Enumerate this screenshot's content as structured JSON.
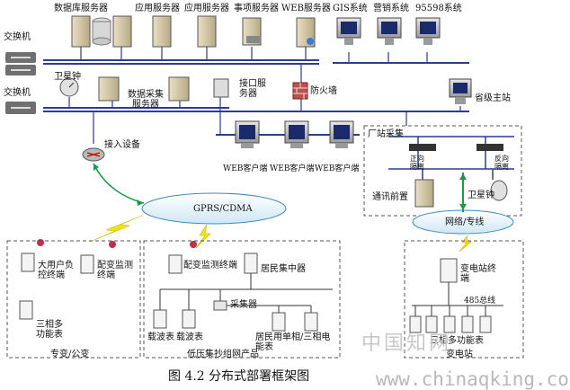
{
  "servers_top": [
    "数据库服务器",
    "应用服务器",
    "应用服务器",
    "事项服务器",
    "WEB服务器"
  ],
  "systems_top": [
    "GIS系统",
    "营销系统",
    "95598系统"
  ],
  "switch_label_1": "交换机",
  "switch_label_2": "交换机",
  "satellite_clock_1": "卫星钟",
  "data_collection_server": "数据采集服务器",
  "interface_server": "接口服务器",
  "firewall": "防火墙",
  "provincial_station": "省级主站",
  "access_device": "接入设备",
  "web_clients": [
    "WEB客户端",
    "WEB客户端",
    "WEB客户端"
  ],
  "plant_collection": "厂站采集",
  "forward_isolation": "正向隔离",
  "reverse_isolation": "反向隔离",
  "comm_front": "通讯前置",
  "satellite_clock_2": "卫星钟",
  "network_line": "网络/专线",
  "gprs": "GPRS/CDMA",
  "left_box": {
    "large_user": "大用户负控终端",
    "dist_monitor": "配变监测终端",
    "multi_meter": "三相多功能表",
    "title": "专变/公变"
  },
  "mid_box": {
    "dist_monitor": "配变监测终端",
    "concentrator": "居民集中器",
    "collector": "采集器",
    "carrier_1": "载波表",
    "carrier_2": "载波表",
    "resident_meter": "居民用单相/三相电能表",
    "title": "低压集抄组网产品"
  },
  "right_box": {
    "substation_terminal": "变电站终端",
    "bus": "485总线",
    "multi_meter": "三相多功能表",
    "title": "变电站"
  },
  "caption": "图 4.2 分布式部署框架图",
  "watermark_cn": "中国知网",
  "watermark_url": "www.chinaqking.com"
}
